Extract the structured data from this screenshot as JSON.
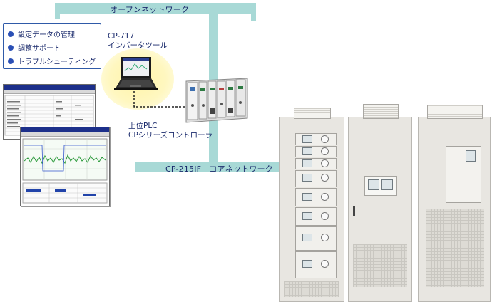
{
  "networks": {
    "open_network": "オープンネットワーク",
    "core_network": "CP-215IF　コアネットワーク"
  },
  "features": [
    "設定データの管理",
    "調整サポート",
    "トラブルシューティング"
  ],
  "tool": {
    "model": "CP-717",
    "name": "インバータツール"
  },
  "controller": {
    "line1": "上位PLC",
    "line2": "CPシリーズコントローラ"
  },
  "colors": {
    "network_bar": "#a8d9d6",
    "label_text": "#1a2a6c",
    "bullet": "#2a4fb5",
    "glow": "#fff5a8"
  }
}
